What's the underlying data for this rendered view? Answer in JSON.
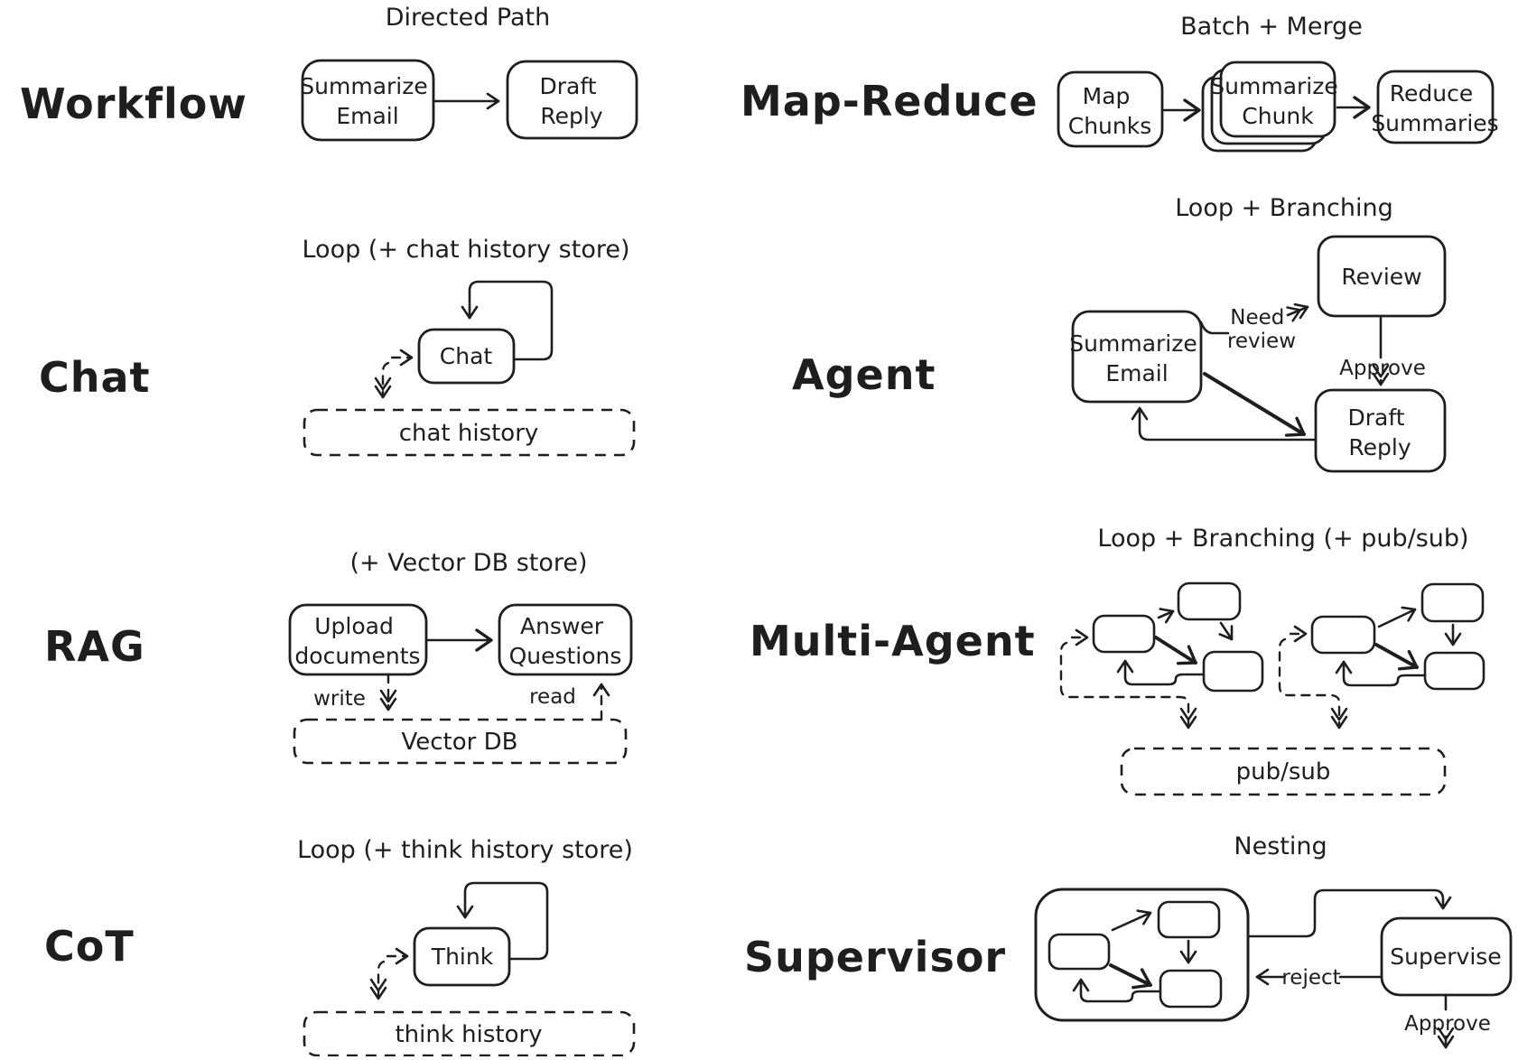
{
  "canvas": {
    "background": "#ffffff",
    "ink": "#1e1e1e"
  },
  "sections": {
    "workflow": {
      "label": "Workflow",
      "title": "Directed Path",
      "nodes": {
        "summarize_email": [
          "Summarize",
          "Email"
        ],
        "draft_reply": [
          "Draft",
          "Reply"
        ]
      }
    },
    "map_reduce": {
      "label": "Map-Reduce",
      "title": "Batch + Merge",
      "nodes": {
        "map_chunks": [
          "Map",
          "Chunks"
        ],
        "summarize_chunk": [
          "Summarize",
          "Chunk"
        ],
        "reduce_summaries": [
          "Reduce",
          "Summaries"
        ]
      }
    },
    "chat": {
      "label": "Chat",
      "title": "Loop (+ chat history store)",
      "nodes": {
        "chat": "Chat"
      },
      "store": "chat history"
    },
    "agent": {
      "label": "Agent",
      "title": "Loop + Branching",
      "nodes": {
        "summarize_email": [
          "Summarize",
          "Email"
        ],
        "review": "Review",
        "draft_reply": [
          "Draft",
          "Reply"
        ]
      },
      "edge_labels": {
        "need_review": [
          "Need",
          "review"
        ],
        "approve": "Approve"
      }
    },
    "rag": {
      "label": "RAG",
      "title": "(+ Vector DB store)",
      "nodes": {
        "upload_documents": [
          "Upload",
          "documents"
        ],
        "answer_questions": [
          "Answer",
          "Questions"
        ]
      },
      "store": "Vector DB",
      "edge_labels": {
        "write": "write",
        "read": "read"
      }
    },
    "multi_agent": {
      "label": "Multi-Agent",
      "title": "Loop + Branching (+ pub/sub)",
      "store": "pub/sub"
    },
    "cot": {
      "label": "CoT",
      "title": "Loop (+ think history store)",
      "nodes": {
        "think": "Think"
      },
      "store": "think history"
    },
    "supervisor": {
      "label": "Supervisor",
      "title": "Nesting",
      "nodes": {
        "supervise": "Supervise"
      },
      "edge_labels": {
        "reject": "reject",
        "approve": "Approve"
      }
    }
  }
}
